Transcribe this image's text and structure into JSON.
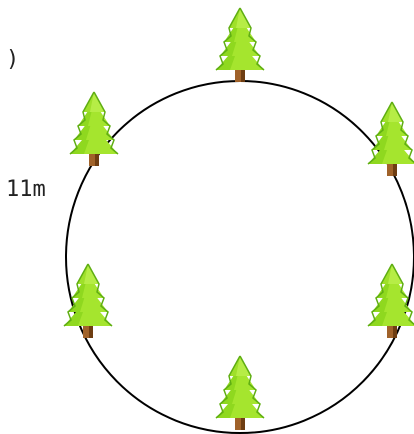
{
  "labels": {
    "paren": ")",
    "distance": "11m"
  },
  "colors": {
    "circle_stroke": "#000000",
    "foliage_light": "#b8f03a",
    "foliage_mid": "#8fd81f",
    "foliage_dark": "#5fae12",
    "trunk": "#a0622a",
    "trunk_dark": "#6e3d12"
  },
  "trees": [
    {
      "name": "tree-top"
    },
    {
      "name": "tree-upper-left"
    },
    {
      "name": "tree-upper-right"
    },
    {
      "name": "tree-lower-left"
    },
    {
      "name": "tree-lower-right"
    },
    {
      "name": "tree-bottom"
    }
  ]
}
